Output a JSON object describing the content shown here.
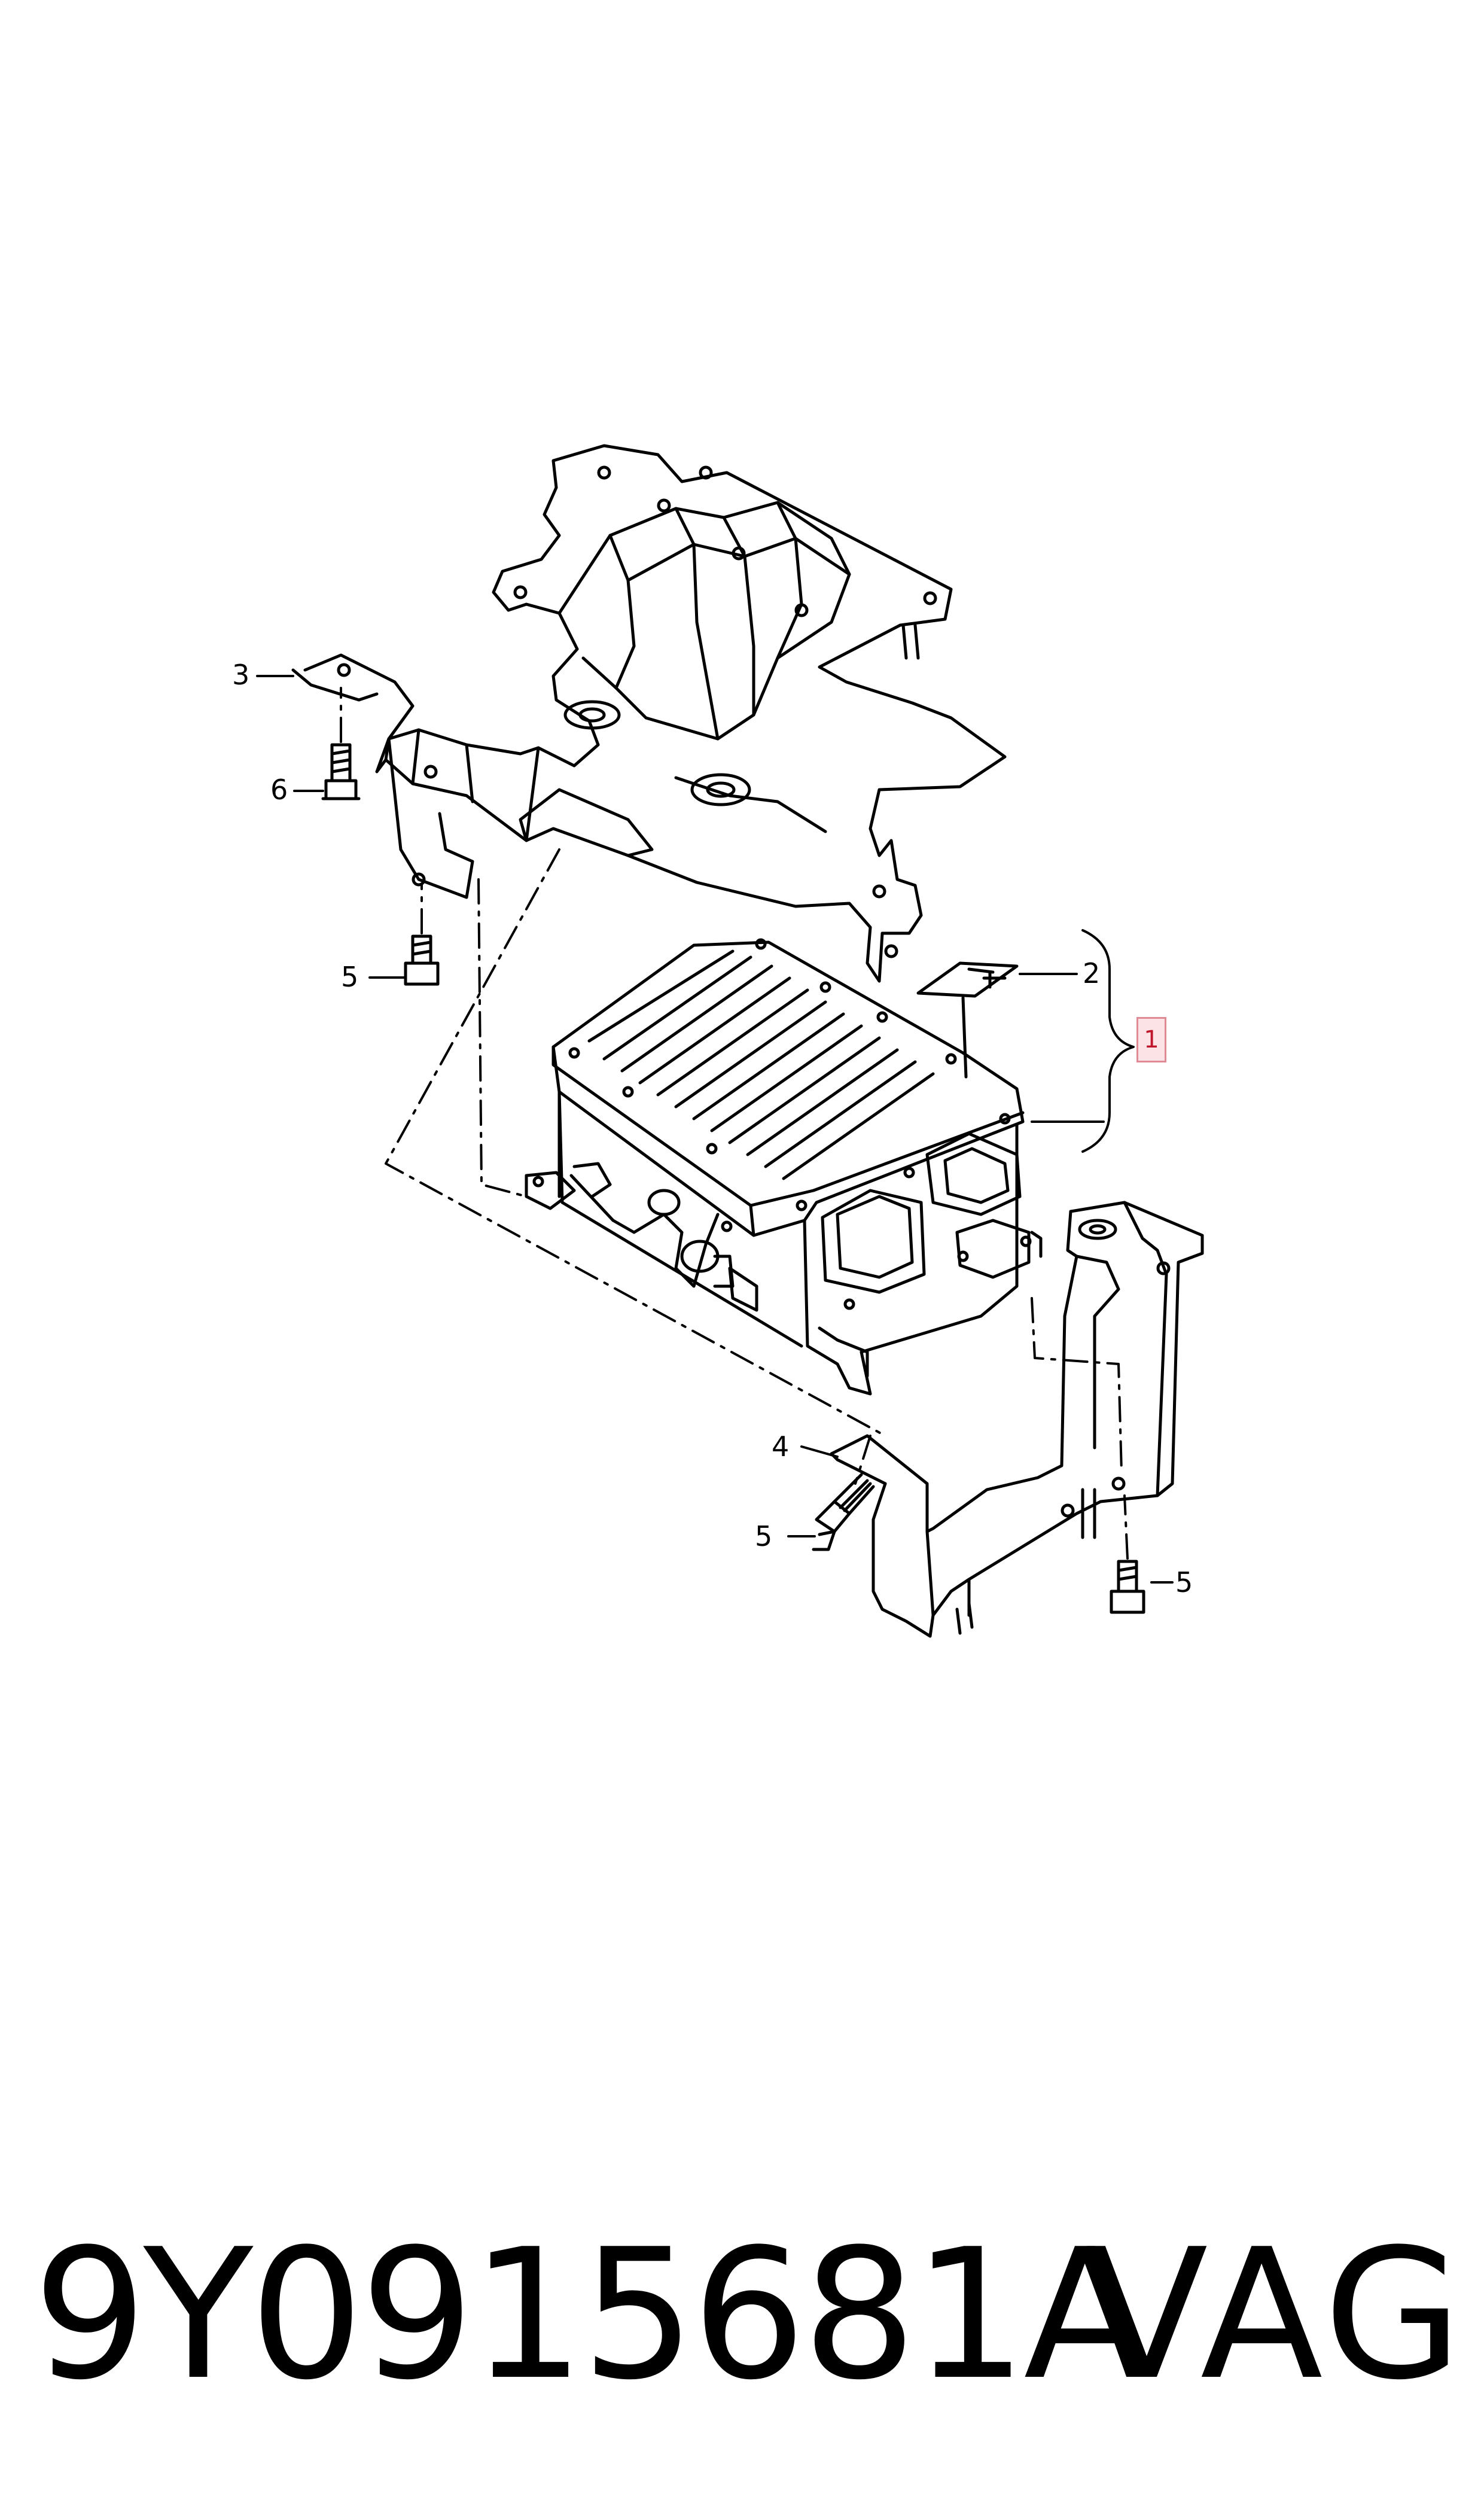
{
  "callouts": {
    "c1": "1",
    "c2": "2",
    "c3": "3",
    "c4": "4",
    "c5_a": "5",
    "c5_b": "5",
    "c5_c": "5",
    "c6": "6"
  },
  "footer": {
    "part_number": "9Y0915681A",
    "brand": "VAG"
  },
  "colors": {
    "line": "#000000",
    "highlight_border": "#e08a96",
    "highlight_fill": "#fbe3e6",
    "highlight_text": "#c0152b"
  },
  "icons": [
    "bolt-icon",
    "label-icon",
    "bracket-icon",
    "charger-unit-icon"
  ]
}
